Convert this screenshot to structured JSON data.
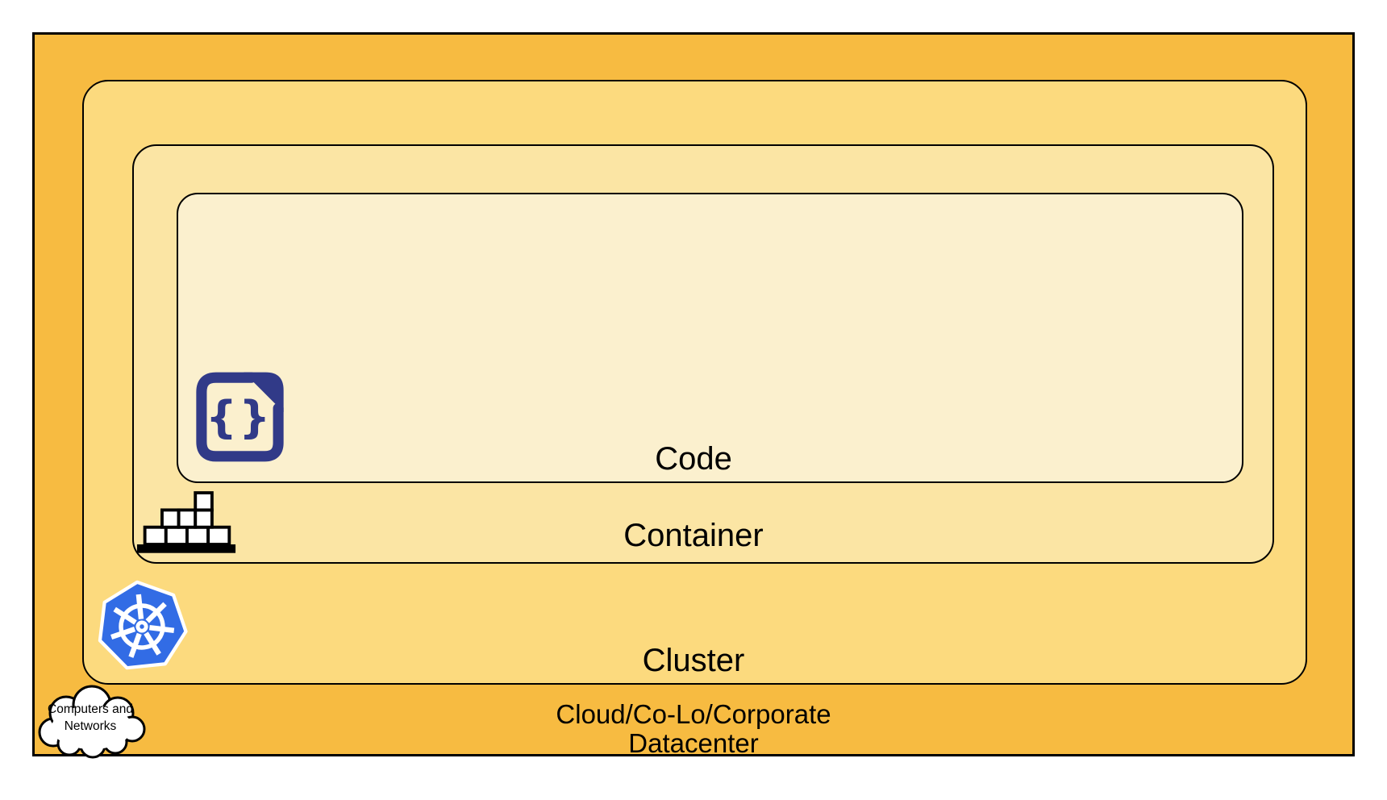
{
  "diagram": {
    "title": "nested deployment layers",
    "layers": [
      {
        "name": "code",
        "label": "Code"
      },
      {
        "name": "container",
        "label": "Container"
      },
      {
        "name": "cluster",
        "label": "Cluster"
      },
      {
        "name": "datacenter",
        "label_lines": [
          "Cloud/Co-Lo/Corporate",
          "Datacenter"
        ]
      }
    ],
    "cloud_callout": {
      "line1": "Computers and",
      "line2": "Networks"
    },
    "icons": {
      "code_layer": "code-file-icon",
      "container_layer": "container-stack-icon",
      "cluster_layer": "kubernetes-icon",
      "datacenter_layer": "cloud-icon"
    },
    "colors": {
      "outer_fill": "#F7BB41",
      "cluster_fill": "#FCDA7E",
      "container_fill": "#FBE5A4",
      "code_fill": "#FBF0CE",
      "outline": "#000000",
      "code_icon": "#313A88",
      "kubernetes_blue": "#326CE5",
      "icon_white": "#FFFFFF"
    }
  }
}
